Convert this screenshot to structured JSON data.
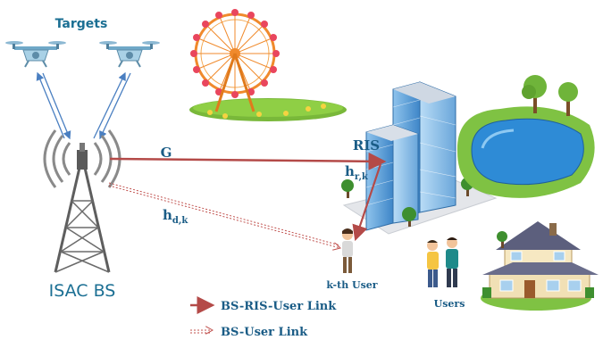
{
  "labels": {
    "targets": "Targets",
    "isac_bs": "ISAC BS",
    "g_channel": "G",
    "ris": "RIS",
    "h_rk_main": "h",
    "h_rk_sub": "r,k",
    "h_dk_main": "h",
    "h_dk_sub": "d,k",
    "kth_user": "k-th User",
    "users": "Users"
  },
  "legend": {
    "ris_link": "BS-RIS-User Link",
    "direct_link": "BS-User Link"
  },
  "colors": {
    "text_blue": "#1b6f93",
    "label_dark_blue": "#1a5c86",
    "ris_link": "#b44a48",
    "direct_link": "#c0504d",
    "tower": "#6b6b6b",
    "sensing_arrow": "#4a7fc1"
  },
  "icons": [
    "drone-icon",
    "drone-icon",
    "tower-icon",
    "ferris-wheel-icon",
    "building-icon",
    "lake-icon",
    "house-icon",
    "person-icon",
    "tree-icon"
  ]
}
